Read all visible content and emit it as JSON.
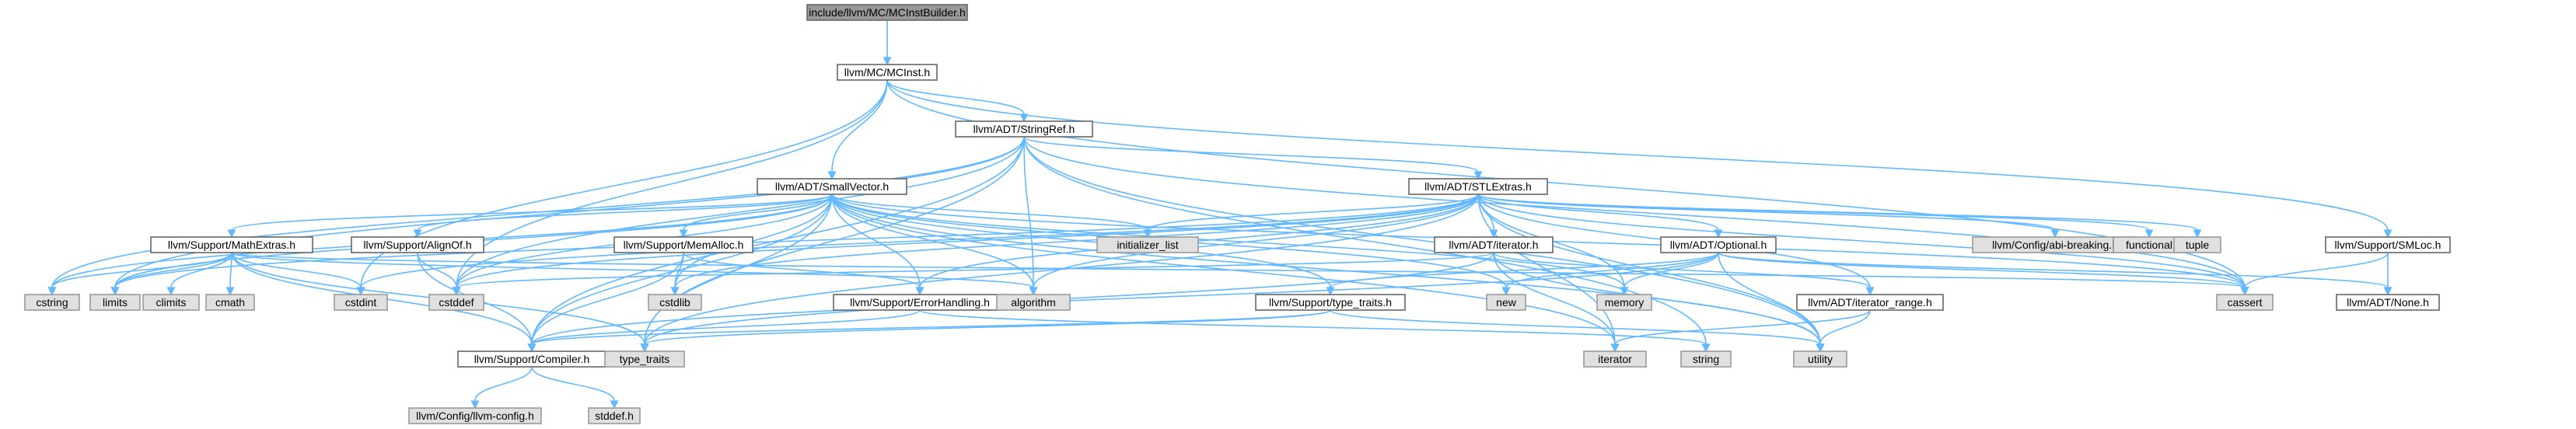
{
  "graph": {
    "colors": {
      "root_fill": "#999999",
      "root_stroke": "#666666",
      "file_fill": "#ffffff",
      "file_stroke": "#666666",
      "external_fill": "#e0e0e0",
      "external_stroke": "#999999",
      "edge": "#63b8ff"
    },
    "nodes": [
      {
        "id": "root",
        "label": "include/llvm/MC/MCInstBuilder.h",
        "kind": "root"
      },
      {
        "id": "mcinst",
        "label": "llvm/MC/MCInst.h",
        "kind": "file"
      },
      {
        "id": "stringref",
        "label": "llvm/ADT/StringRef.h",
        "kind": "file"
      },
      {
        "id": "smallvector",
        "label": "llvm/ADT/SmallVector.h",
        "kind": "file"
      },
      {
        "id": "stlextras",
        "label": "llvm/ADT/STLExtras.h",
        "kind": "file"
      },
      {
        "id": "smloc",
        "label": "llvm/Support/SMLoc.h",
        "kind": "file"
      },
      {
        "id": "mathextras",
        "label": "llvm/Support/MathExtras.h",
        "kind": "file"
      },
      {
        "id": "alignof",
        "label": "llvm/Support/AlignOf.h",
        "kind": "file"
      },
      {
        "id": "memalloc",
        "label": "llvm/Support/MemAlloc.h",
        "kind": "file"
      },
      {
        "id": "iterator_h",
        "label": "llvm/ADT/iterator.h",
        "kind": "file"
      },
      {
        "id": "optional",
        "label": "llvm/ADT/Optional.h",
        "kind": "file"
      },
      {
        "id": "errorhandling",
        "label": "llvm/Support/ErrorHandling.h",
        "kind": "file"
      },
      {
        "id": "typetraits_h",
        "label": "llvm/Support/type_traits.h",
        "kind": "file"
      },
      {
        "id": "iterator_range",
        "label": "llvm/ADT/iterator_range.h",
        "kind": "file"
      },
      {
        "id": "none",
        "label": "llvm/ADT/None.h",
        "kind": "file"
      },
      {
        "id": "compiler",
        "label": "llvm/Support/Compiler.h",
        "kind": "file"
      },
      {
        "id": "initializer_list",
        "label": "initializer_list",
        "kind": "external"
      },
      {
        "id": "abibreaking",
        "label": "llvm/Config/abi-breaking.h",
        "kind": "external"
      },
      {
        "id": "functional",
        "label": "functional",
        "kind": "external"
      },
      {
        "id": "tuple",
        "label": "tuple",
        "kind": "external"
      },
      {
        "id": "cstring",
        "label": "cstring",
        "kind": "external"
      },
      {
        "id": "limits",
        "label": "limits",
        "kind": "external"
      },
      {
        "id": "climits",
        "label": "climits",
        "kind": "external"
      },
      {
        "id": "cmath",
        "label": "cmath",
        "kind": "external"
      },
      {
        "id": "cstdint",
        "label": "cstdint",
        "kind": "external"
      },
      {
        "id": "cstddef",
        "label": "cstddef",
        "kind": "external"
      },
      {
        "id": "cstdlib",
        "label": "cstdlib",
        "kind": "external"
      },
      {
        "id": "algorithm",
        "label": "algorithm",
        "kind": "external"
      },
      {
        "id": "new",
        "label": "new",
        "kind": "external"
      },
      {
        "id": "memory",
        "label": "memory",
        "kind": "external"
      },
      {
        "id": "cassert",
        "label": "cassert",
        "kind": "external"
      },
      {
        "id": "type_traits",
        "label": "type_traits",
        "kind": "external"
      },
      {
        "id": "iterator",
        "label": "iterator",
        "kind": "external"
      },
      {
        "id": "string",
        "label": "string",
        "kind": "external"
      },
      {
        "id": "utility",
        "label": "utility",
        "kind": "external"
      },
      {
        "id": "llvmconfig",
        "label": "llvm/Config/llvm-config.h",
        "kind": "external"
      },
      {
        "id": "stddef",
        "label": "stddef.h",
        "kind": "external"
      }
    ],
    "edges": [
      [
        "root",
        "mcinst"
      ],
      [
        "mcinst",
        "stringref"
      ],
      [
        "mcinst",
        "smallvector"
      ],
      [
        "mcinst",
        "smloc"
      ],
      [
        "mcinst",
        "cassert"
      ],
      [
        "mcinst",
        "cstddef"
      ],
      [
        "mcinst",
        "cstdint"
      ],
      [
        "stringref",
        "stlextras"
      ],
      [
        "stringref",
        "compiler"
      ],
      [
        "stringref",
        "algorithm"
      ],
      [
        "stringref",
        "cassert"
      ],
      [
        "stringref",
        "cstddef"
      ],
      [
        "stringref",
        "cstring"
      ],
      [
        "stringref",
        "limits"
      ],
      [
        "stringref",
        "type_traits"
      ],
      [
        "stringref",
        "string"
      ],
      [
        "stringref",
        "utility"
      ],
      [
        "smallvector",
        "mathextras"
      ],
      [
        "smallvector",
        "alignof"
      ],
      [
        "smallvector",
        "memalloc"
      ],
      [
        "smallvector",
        "errorhandling"
      ],
      [
        "smallvector",
        "typetraits_h"
      ],
      [
        "smallvector",
        "compiler"
      ],
      [
        "smallvector",
        "initializer_list"
      ],
      [
        "smallvector",
        "algorithm"
      ],
      [
        "smallvector",
        "cassert"
      ],
      [
        "smallvector",
        "cstddef"
      ],
      [
        "smallvector",
        "cstdlib"
      ],
      [
        "smallvector",
        "cstring"
      ],
      [
        "smallvector",
        "iterator"
      ],
      [
        "smallvector",
        "limits"
      ],
      [
        "smallvector",
        "memory"
      ],
      [
        "smallvector",
        "new"
      ],
      [
        "smallvector",
        "type_traits"
      ],
      [
        "smallvector",
        "utility"
      ],
      [
        "stlextras",
        "optional"
      ],
      [
        "stlextras",
        "iterator_h"
      ],
      [
        "stlextras",
        "iterator_range"
      ],
      [
        "stlextras",
        "abibreaking"
      ],
      [
        "stlextras",
        "errorhandling"
      ],
      [
        "stlextras",
        "algorithm"
      ],
      [
        "stlextras",
        "cassert"
      ],
      [
        "stlextras",
        "cstddef"
      ],
      [
        "stlextras",
        "cstdint"
      ],
      [
        "stlextras",
        "cstdlib"
      ],
      [
        "stlextras",
        "functional"
      ],
      [
        "stlextras",
        "initializer_list"
      ],
      [
        "stlextras",
        "iterator"
      ],
      [
        "stlextras",
        "limits"
      ],
      [
        "stlextras",
        "memory"
      ],
      [
        "stlextras",
        "tuple"
      ],
      [
        "stlextras",
        "type_traits"
      ],
      [
        "stlextras",
        "utility"
      ],
      [
        "smloc",
        "none"
      ],
      [
        "smloc",
        "cassert"
      ],
      [
        "mathextras",
        "compiler"
      ],
      [
        "mathextras",
        "algorithm"
      ],
      [
        "mathextras",
        "cassert"
      ],
      [
        "mathextras",
        "climits"
      ],
      [
        "mathextras",
        "cmath"
      ],
      [
        "mathextras",
        "cstdint"
      ],
      [
        "mathextras",
        "cstring"
      ],
      [
        "mathextras",
        "limits"
      ],
      [
        "mathextras",
        "type_traits"
      ],
      [
        "alignof",
        "compiler"
      ],
      [
        "alignof",
        "cstddef"
      ],
      [
        "memalloc",
        "compiler"
      ],
      [
        "memalloc",
        "errorhandling"
      ],
      [
        "memalloc",
        "cstdlib"
      ],
      [
        "iterator_h",
        "iterator_range"
      ],
      [
        "iterator_h",
        "cstddef"
      ],
      [
        "iterator_h",
        "iterator"
      ],
      [
        "iterator_h",
        "type_traits"
      ],
      [
        "iterator_h",
        "utility"
      ],
      [
        "optional",
        "none"
      ],
      [
        "optional",
        "compiler"
      ],
      [
        "optional",
        "typetraits_h"
      ],
      [
        "optional",
        "cassert"
      ],
      [
        "optional",
        "memory"
      ],
      [
        "optional",
        "new"
      ],
      [
        "optional",
        "utility"
      ],
      [
        "errorhandling",
        "compiler"
      ],
      [
        "errorhandling",
        "string"
      ],
      [
        "typetraits_h",
        "compiler"
      ],
      [
        "typetraits_h",
        "type_traits"
      ],
      [
        "typetraits_h",
        "utility"
      ],
      [
        "iterator_range",
        "iterator"
      ],
      [
        "iterator_range",
        "utility"
      ],
      [
        "compiler",
        "llvmconfig"
      ],
      [
        "compiler",
        "stddef"
      ]
    ]
  }
}
